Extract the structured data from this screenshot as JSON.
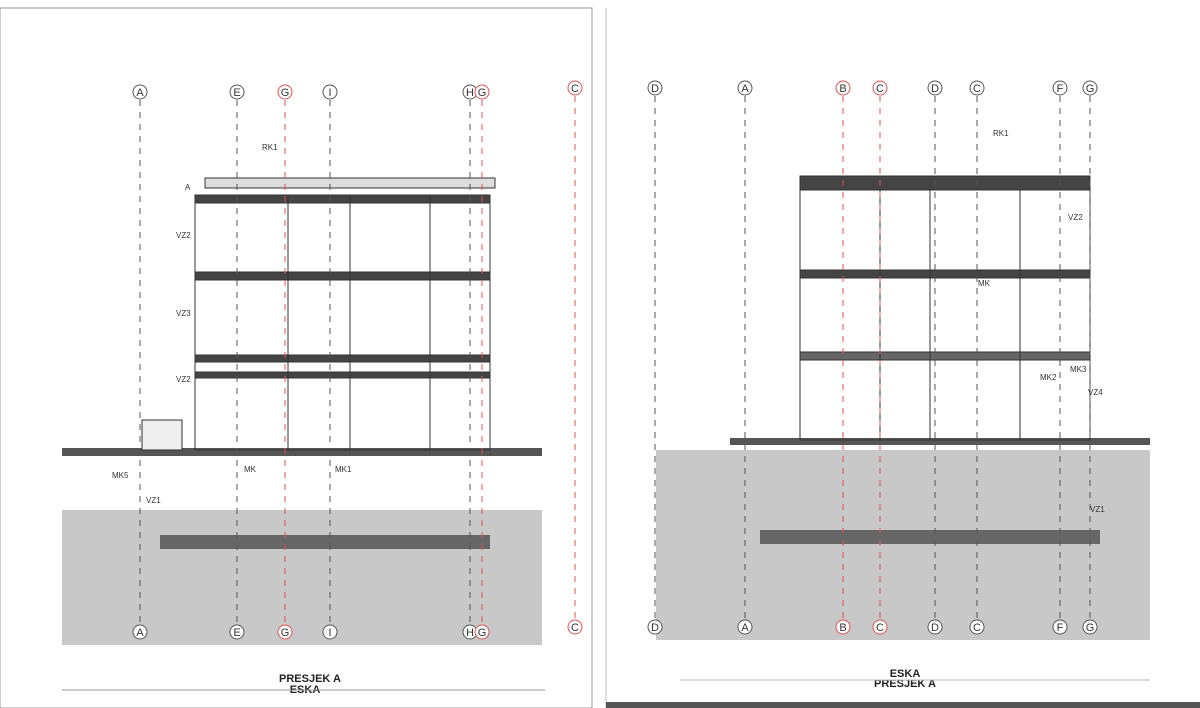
{
  "left_sheet": {
    "title_line1": "PRESJEK A",
    "title_line2": "ESKA",
    "axes_top": [
      "A",
      "E",
      "G",
      "I",
      "H",
      "G"
    ],
    "axes_bottom": [
      "A",
      "E",
      "G",
      "I",
      "H",
      "G"
    ],
    "labels": [
      "RK1",
      "VZ2",
      "VZ3",
      "VZ2",
      "MK",
      "MK1",
      "MK5",
      "VZ1",
      "A"
    ]
  },
  "right_sheet": {
    "title_line1": "ESKA",
    "title_line2": "PRESJEK A",
    "axes_top": [
      "C",
      "D",
      "A",
      "B",
      "C",
      "D",
      "C",
      "F",
      "G"
    ],
    "axes_bottom": [
      "C",
      "D",
      "A",
      "B",
      "C",
      "D",
      "C",
      "F",
      "G"
    ],
    "labels": [
      "RK1",
      "VZ2",
      "MK",
      "MK2",
      "MK3",
      "VZ4",
      "VZ1"
    ]
  },
  "colors": {
    "line": "#333333",
    "ground": "#c8c8c8",
    "axis_red": "#e05050"
  }
}
